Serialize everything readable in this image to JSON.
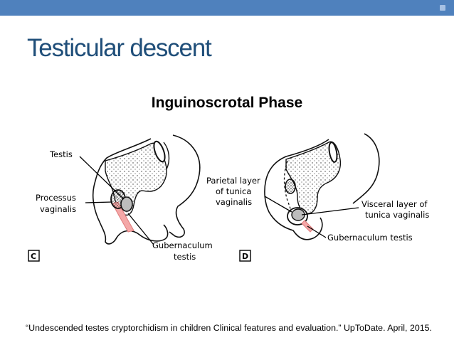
{
  "slide": {
    "title": "Testicular descent",
    "subtitle": "Inguinoscrotal Phase",
    "citation": "“Undescended testes cryptorchidism in children Clinical features and evaluation.” UpToDate.  April, 2015."
  },
  "panel_c": {
    "panel_label": "C",
    "labels": {
      "testis": "Testis",
      "processus_line1": "Processus",
      "processus_line2": "vaginalis",
      "gubernaculum_line1": "Gubernaculum",
      "gubernaculum_line2": "testis"
    }
  },
  "panel_d": {
    "panel_label": "D",
    "labels": {
      "parietal_line1": "Parietal layer",
      "parietal_line2": "of tunica",
      "parietal_line3": "vaginalis",
      "visceral_line1": "Visceral layer of",
      "visceral_line2": "tunica vaginalis",
      "gubernaculum": "Gubernaculum testis"
    }
  },
  "colors": {
    "top_bar": "#4f81bd",
    "title": "#1f4e79",
    "gubernaculum_highlight": "#f4a7a7"
  }
}
